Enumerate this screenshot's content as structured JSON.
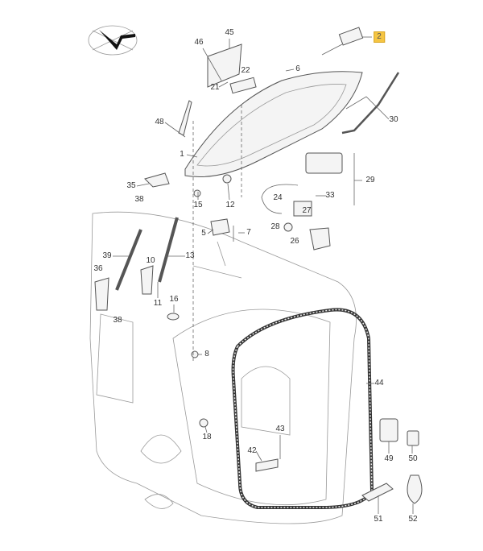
{
  "diagram": {
    "title": "Tailgate assembly parts diagram",
    "highlight_color": "#f5c542",
    "callouts": [
      {
        "id": "45",
        "label": "45"
      },
      {
        "id": "46",
        "label": "46"
      },
      {
        "id": "2",
        "label": "2",
        "highlighted": true
      },
      {
        "id": "6",
        "label": "6"
      },
      {
        "id": "22",
        "label": "22"
      },
      {
        "id": "21",
        "label": "21"
      },
      {
        "id": "30",
        "label": "30"
      },
      {
        "id": "48",
        "label": "48"
      },
      {
        "id": "1",
        "label": "1"
      },
      {
        "id": "29",
        "label": "29"
      },
      {
        "id": "35",
        "label": "35"
      },
      {
        "id": "38a",
        "label": "38"
      },
      {
        "id": "15",
        "label": "15"
      },
      {
        "id": "12",
        "label": "12"
      },
      {
        "id": "24",
        "label": "24"
      },
      {
        "id": "33",
        "label": "33"
      },
      {
        "id": "27",
        "label": "27"
      },
      {
        "id": "28",
        "label": "28"
      },
      {
        "id": "26",
        "label": "26"
      },
      {
        "id": "5",
        "label": "5"
      },
      {
        "id": "7",
        "label": "7"
      },
      {
        "id": "39",
        "label": "39"
      },
      {
        "id": "10",
        "label": "10"
      },
      {
        "id": "13",
        "label": "13"
      },
      {
        "id": "36",
        "label": "36"
      },
      {
        "id": "11",
        "label": "11"
      },
      {
        "id": "16",
        "label": "16"
      },
      {
        "id": "38b",
        "label": "38"
      },
      {
        "id": "8",
        "label": "8"
      },
      {
        "id": "44",
        "label": "44"
      },
      {
        "id": "43",
        "label": "43"
      },
      {
        "id": "18",
        "label": "18"
      },
      {
        "id": "42",
        "label": "42"
      },
      {
        "id": "49",
        "label": "49"
      },
      {
        "id": "50",
        "label": "50"
      },
      {
        "id": "51",
        "label": "51"
      },
      {
        "id": "52",
        "label": "52"
      }
    ]
  }
}
